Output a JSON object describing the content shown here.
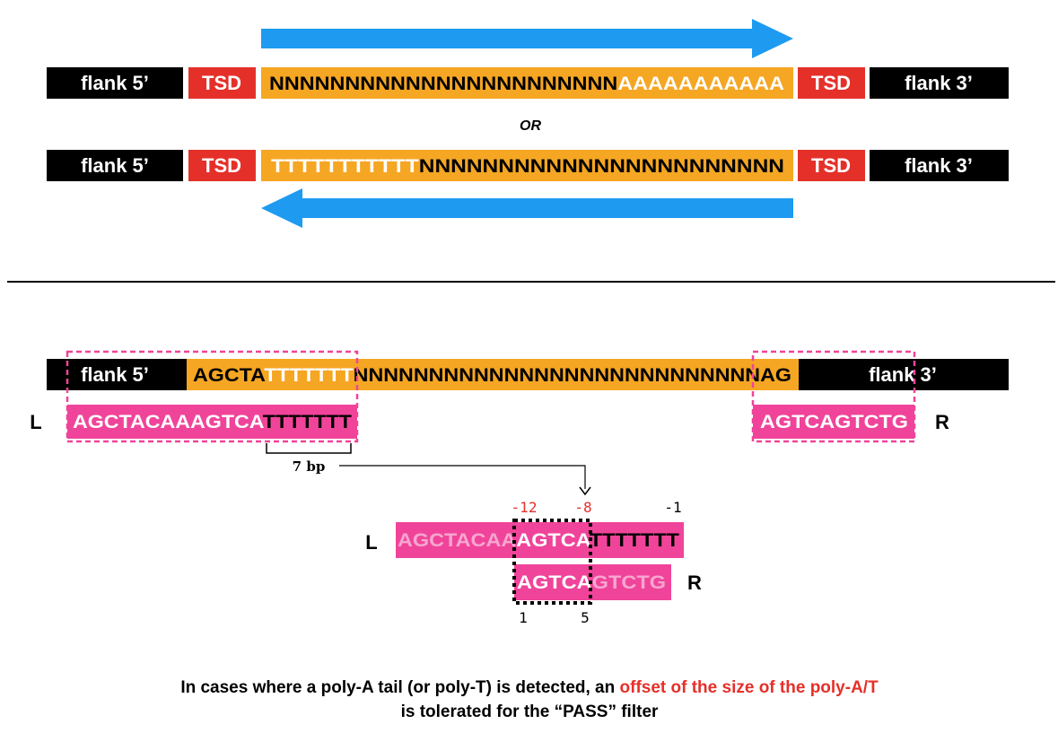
{
  "colors": {
    "arrow": "#1e9bf0",
    "black_block": "#000000",
    "tsd": "#e5302a",
    "te_body": "#f5a623",
    "pink": "#f0449a",
    "red_text": "#e5302a",
    "light_pink_text": "#f8a6d0"
  },
  "top": {
    "row1": {
      "flank5": "flank 5’",
      "tsd_left": "TSD",
      "te_seq_n": "NNNNNNNNNNNNNNNNNNNNNNN",
      "te_seq_tail": "AAAAAAAAAAA",
      "tsd_right": "TSD",
      "flank3": "flank 3’"
    },
    "or_label": "OR",
    "row2": {
      "flank5": "flank 5’",
      "tsd_left": "TSD",
      "te_seq_tail": "TTTTTTTTTTT",
      "te_seq_n": "NNNNNNNNNNNNNNNNNNNNNNN",
      "tsd_right": "TSD",
      "flank3": "flank 3’"
    }
  },
  "bottom": {
    "ref": {
      "flank5": "flank 5’",
      "prefix": "AGCTA",
      "poly_t": "TTTTTTT",
      "n_seq": "NNNNNNNNNNNNNNNNNNNNNNNNNNN",
      "suffix": "AG",
      "flank3": "flank 3’"
    },
    "left_read": {
      "label": "L",
      "seq": "AGCTACAAAGTCA",
      "poly_t": "TTTTTTT"
    },
    "right_read": {
      "label": "R",
      "seq": "AGTCAGTCTG"
    },
    "bp_label": "7 bp",
    "alignment": {
      "pos_minus12": "-12",
      "pos_minus8": "-8",
      "pos_minus1": "-1",
      "left_label": "L",
      "left_faded": "AGCTACAA",
      "left_overlap": "AGTCA",
      "left_poly_t": "TTTTTTT",
      "right_label": "R",
      "right_overlap": "AGTCA",
      "right_faded": "GTCTG",
      "pos_1": "1",
      "pos_5": "5"
    }
  },
  "caption": {
    "line1_a": "In cases where a poly-A tail (or poly-T) is detected, an ",
    "line1_red": "offset of the size of the poly-A/T",
    "line2": "is tolerated for the “PASS” filter"
  }
}
